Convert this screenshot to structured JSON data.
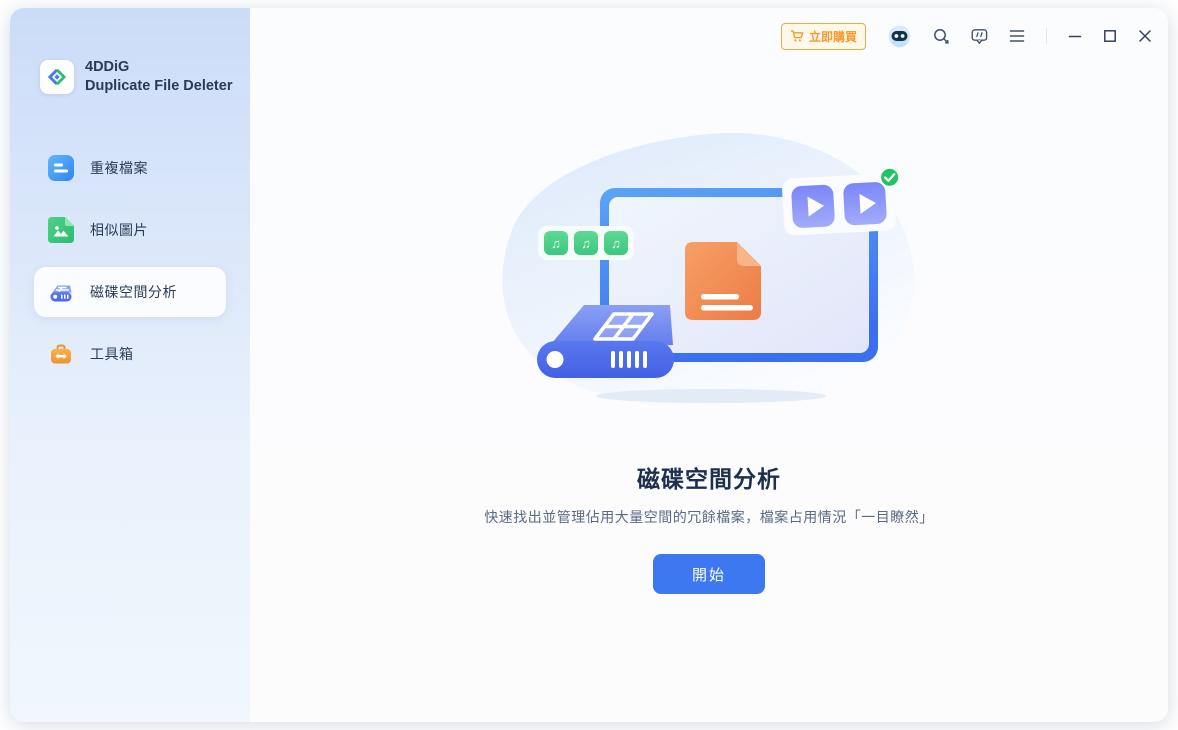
{
  "app": {
    "name_line1": "4DDiG",
    "name_line2": "Duplicate File Deleter"
  },
  "sidebar": {
    "items": [
      {
        "label": "重複檔案",
        "icon": "duplicate-files-icon",
        "active": false
      },
      {
        "label": "相似圖片",
        "icon": "similar-images-icon",
        "active": false
      },
      {
        "label": "磁碟空間分析",
        "icon": "disk-analysis-icon",
        "active": true
      },
      {
        "label": "工具箱",
        "icon": "toolbox-icon",
        "active": false
      }
    ]
  },
  "topbar": {
    "buy_button": {
      "label": "立即購買",
      "icon": "cart-icon"
    },
    "icons": [
      "robot-assistant-icon",
      "search-icon",
      "feedback-icon",
      "menu-icon"
    ],
    "window_controls": [
      "minimize-icon",
      "maximize-icon",
      "close-icon"
    ]
  },
  "main": {
    "title": "磁碟空間分析",
    "subtitle": "快速找出並管理佔用大量空間的冗餘檔案，檔案占用情況「一目瞭然」",
    "start_button": "開始"
  },
  "glyphs": {
    "music_note": "♫",
    "check": "✓"
  },
  "colors": {
    "accent_blue": "#3d78f0",
    "accent_orange": "#f49b33",
    "sidebar_top": "#cbdcf8",
    "sidebar_bottom": "#f1f7fd",
    "text_primary": "#2b3a55",
    "text_secondary": "#5a6a85",
    "green": "#3cc87e",
    "purple": "#7d87f7"
  }
}
